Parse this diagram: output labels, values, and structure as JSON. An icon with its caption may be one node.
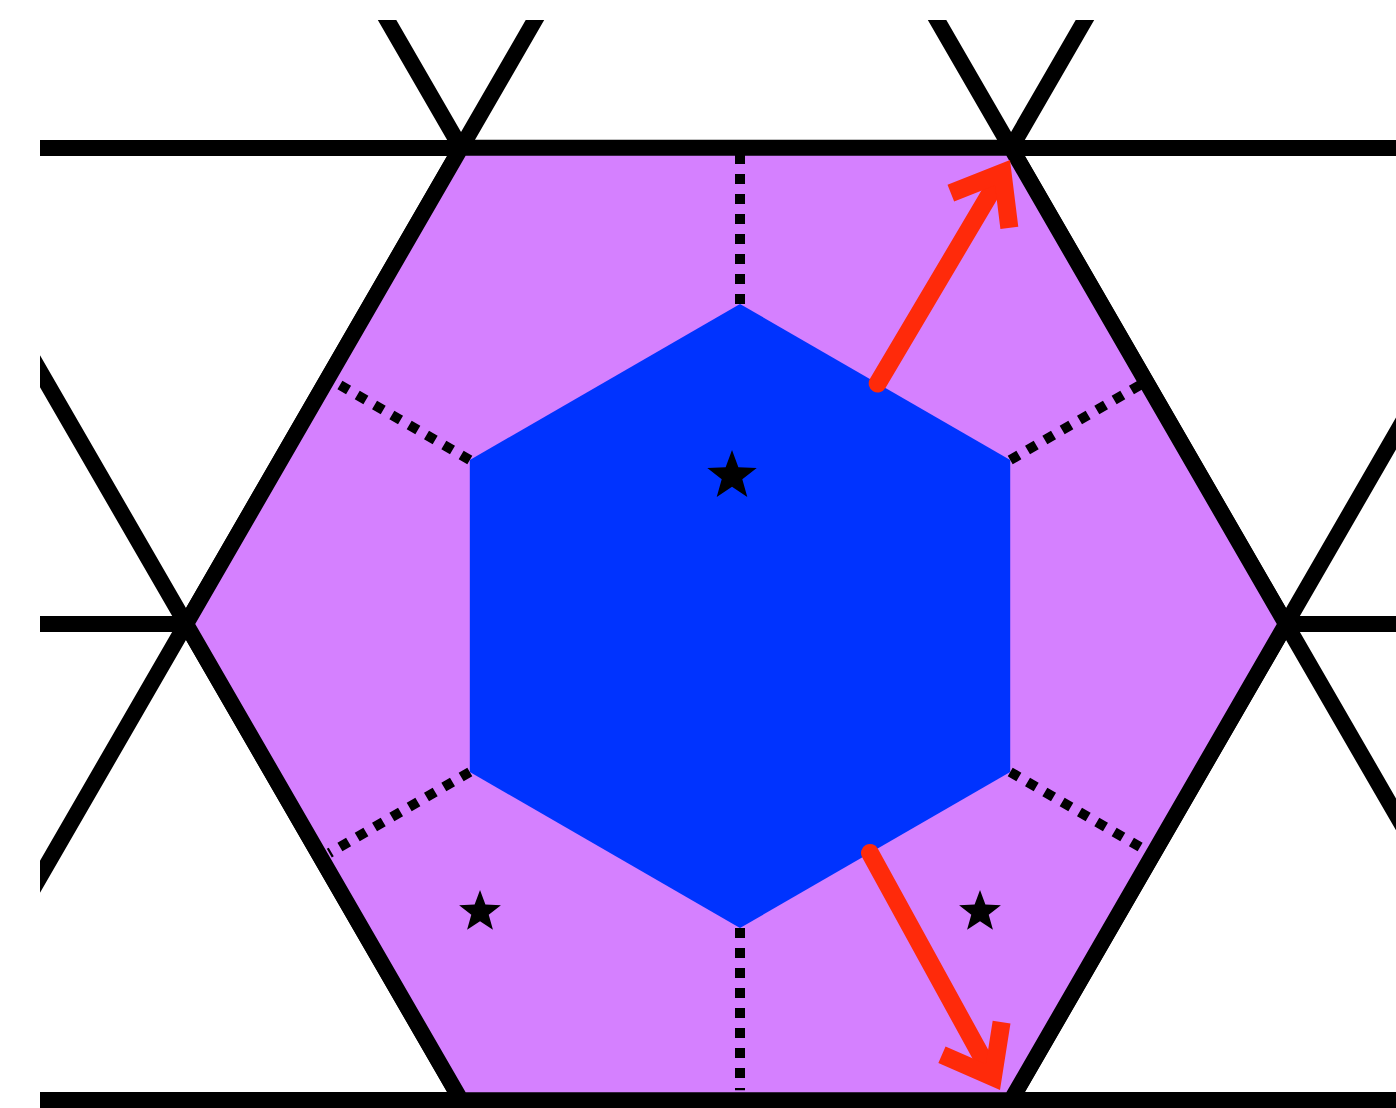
{
  "diagram": {
    "nodes": [
      {
        "text": [],
        "shape": "hexagon"
      },
      {
        "text": [],
        "shape": "hexagon",
        "in": 0
      }
    ],
    "edges": [
      {
        "from": 1,
        "to": null,
        "arrow": "to"
      },
      {
        "from": 1,
        "to": null,
        "arrow": "to"
      }
    ]
  }
}
